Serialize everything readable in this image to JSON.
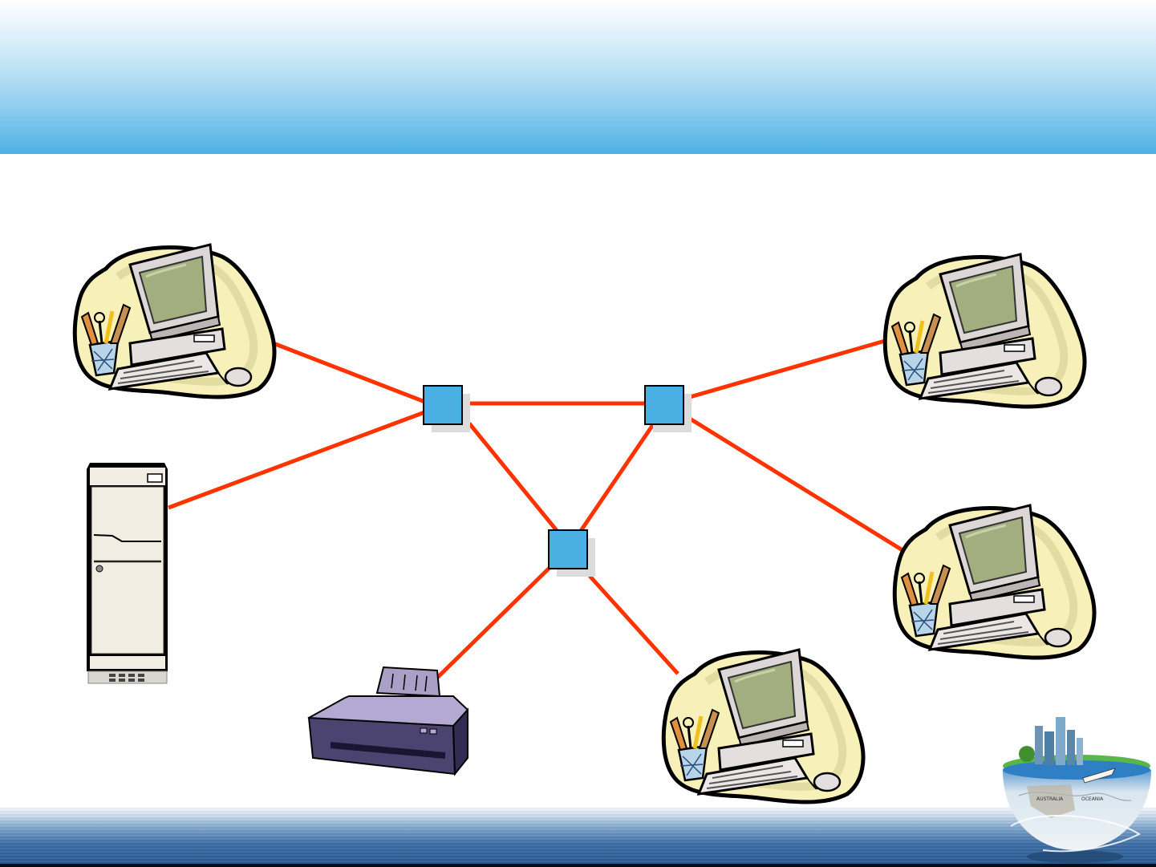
{
  "slide": {
    "header_color_top": "#ffffff",
    "header_color_bottom": "#4db1e4",
    "footer_color": "#2a5b94"
  },
  "diagram": {
    "link_color": "#ff3300",
    "switch_color": "#4ab0e3",
    "switch_shadow_color": "#dcdcdc",
    "nodes": [
      {
        "id": "pc-top-left",
        "kind": "computer",
        "icon": "desktop-computer-icon"
      },
      {
        "id": "file-server",
        "kind": "server",
        "icon": "server-tower-icon"
      },
      {
        "id": "printer",
        "kind": "printer",
        "icon": "printer-icon"
      },
      {
        "id": "pc-bottom-center",
        "kind": "computer",
        "icon": "desktop-computer-icon"
      },
      {
        "id": "pc-middle-right",
        "kind": "computer",
        "icon": "desktop-computer-icon"
      },
      {
        "id": "pc-top-right",
        "kind": "computer",
        "icon": "desktop-computer-icon"
      },
      {
        "id": "switch-left",
        "kind": "switch",
        "icon": "switch-node-icon"
      },
      {
        "id": "switch-right",
        "kind": "switch",
        "icon": "switch-node-icon"
      },
      {
        "id": "switch-bottom",
        "kind": "switch",
        "icon": "switch-node-icon"
      }
    ],
    "links": [
      [
        "pc-top-left",
        "switch-left"
      ],
      [
        "file-server",
        "switch-left"
      ],
      [
        "switch-left",
        "switch-right"
      ],
      [
        "switch-left",
        "switch-bottom"
      ],
      [
        "switch-right",
        "switch-bottom"
      ],
      [
        "switch-right",
        "pc-top-right"
      ],
      [
        "switch-right",
        "pc-middle-right"
      ],
      [
        "switch-bottom",
        "printer"
      ],
      [
        "switch-bottom",
        "pc-bottom-center"
      ]
    ]
  },
  "logo": {
    "icon": "globe-city-icon",
    "map_labels": [
      "AUSTRALIA",
      "OCEANIA"
    ]
  }
}
